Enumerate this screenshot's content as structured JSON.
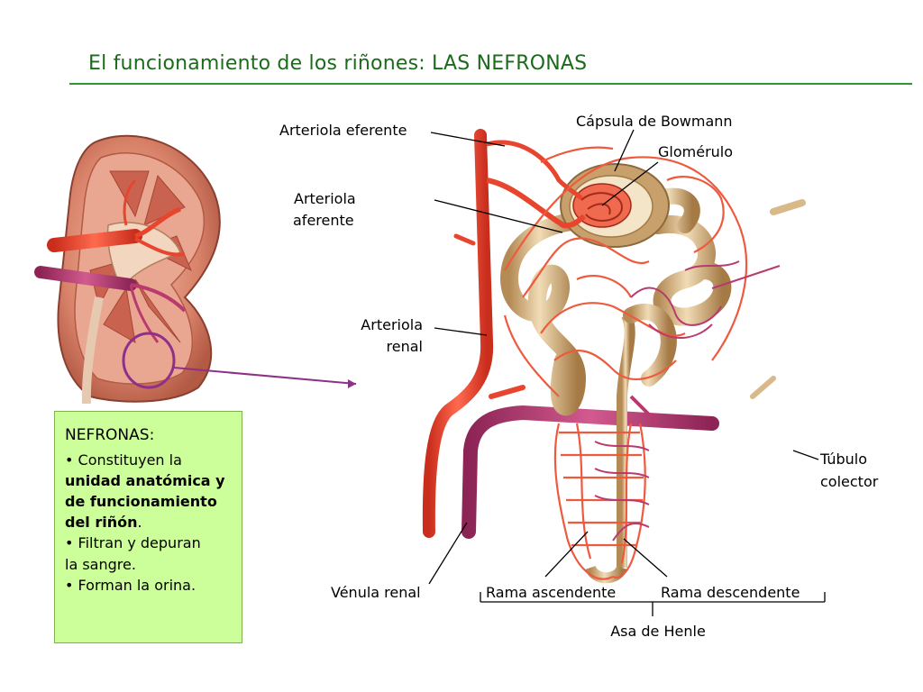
{
  "title": "El funcionamiento de los riñones: LAS NEFRONAS",
  "labels": {
    "arteriola_eferente": "Arteriola eferente",
    "arteriola_aferente_1": "Arteriola",
    "arteriola_aferente_2": "aferente",
    "arteriola_renal_1": "Arteriola",
    "arteriola_renal_2": "renal",
    "capsula_bowmann": "Cápsula de Bowmann",
    "glomerulo": "Glomérulo",
    "tubulo_colector_1": "Túbulo",
    "tubulo_colector_2": "colector",
    "venula_renal": "Vénula renal",
    "rama_ascendente": "Rama ascendente",
    "rama_descendente": "Rama descendente",
    "asa_henle": "Asa de Henle"
  },
  "infobox": {
    "heading": "NEFRONAS",
    "heading_colon": ":",
    "bullet1_line1": "• Constituyen la",
    "bullet1_bold1": "unidad anatómica y",
    "bullet1_bold2": "de funcionamiento",
    "bullet1_bold3": "del riñón",
    "bullet1_end": ".",
    "bullet2_line1": "• Filtran y depuran",
    "bullet2_line2": "la sangre.",
    "bullet3": "• Forman la orina."
  },
  "colors": {
    "title": "#1b6b1b",
    "rule": "#2a9a2a",
    "box_bg": "#ccff99",
    "artery": "#e8452e",
    "vein": "#b83a6e",
    "tubule": "#d9b98a"
  }
}
